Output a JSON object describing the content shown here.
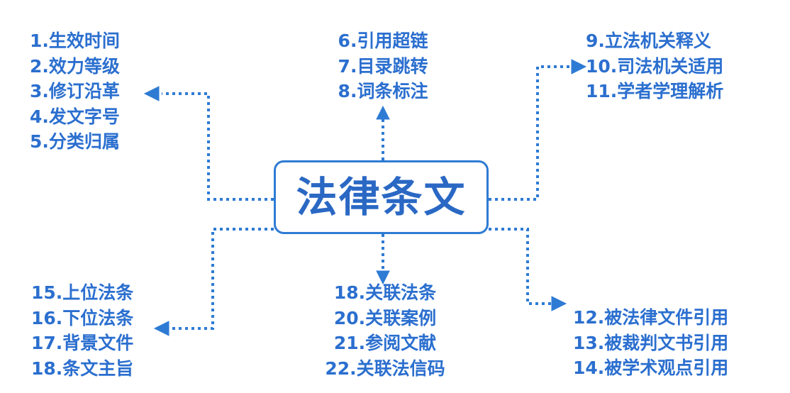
{
  "colors": {
    "text": "#2b6fcf",
    "title": "#2a68c4",
    "connector": "#2e7bd4",
    "box_border": "#2e7bd4",
    "background": "#ffffff"
  },
  "center": {
    "label": "法律条文"
  },
  "groups": {
    "top_left": {
      "items": [
        "1.生效时间",
        "2.效力等级",
        "3.修订沿革",
        "4.发文字号",
        "5.分类归属"
      ]
    },
    "top_center": {
      "items": [
        "6.引用超链",
        "7.目录跳转",
        "8.词条标注"
      ]
    },
    "top_right": {
      "items": [
        "9.立法机关释义",
        "10.司法机关适用",
        "11.学者学理解析"
      ]
    },
    "bottom_left": {
      "items": [
        "15.上位法条",
        "16.下位法条",
        "17.背景文件",
        "18.条文主旨"
      ]
    },
    "bottom_center": {
      "items": [
        "18.关联法条",
        "20.关联案例",
        "21.参阅文献",
        "22.关联法信码"
      ]
    },
    "bottom_right": {
      "items": [
        "12.被法律文件引用",
        "13.被裁判文书引用",
        "14.被学术观点引用"
      ]
    }
  }
}
